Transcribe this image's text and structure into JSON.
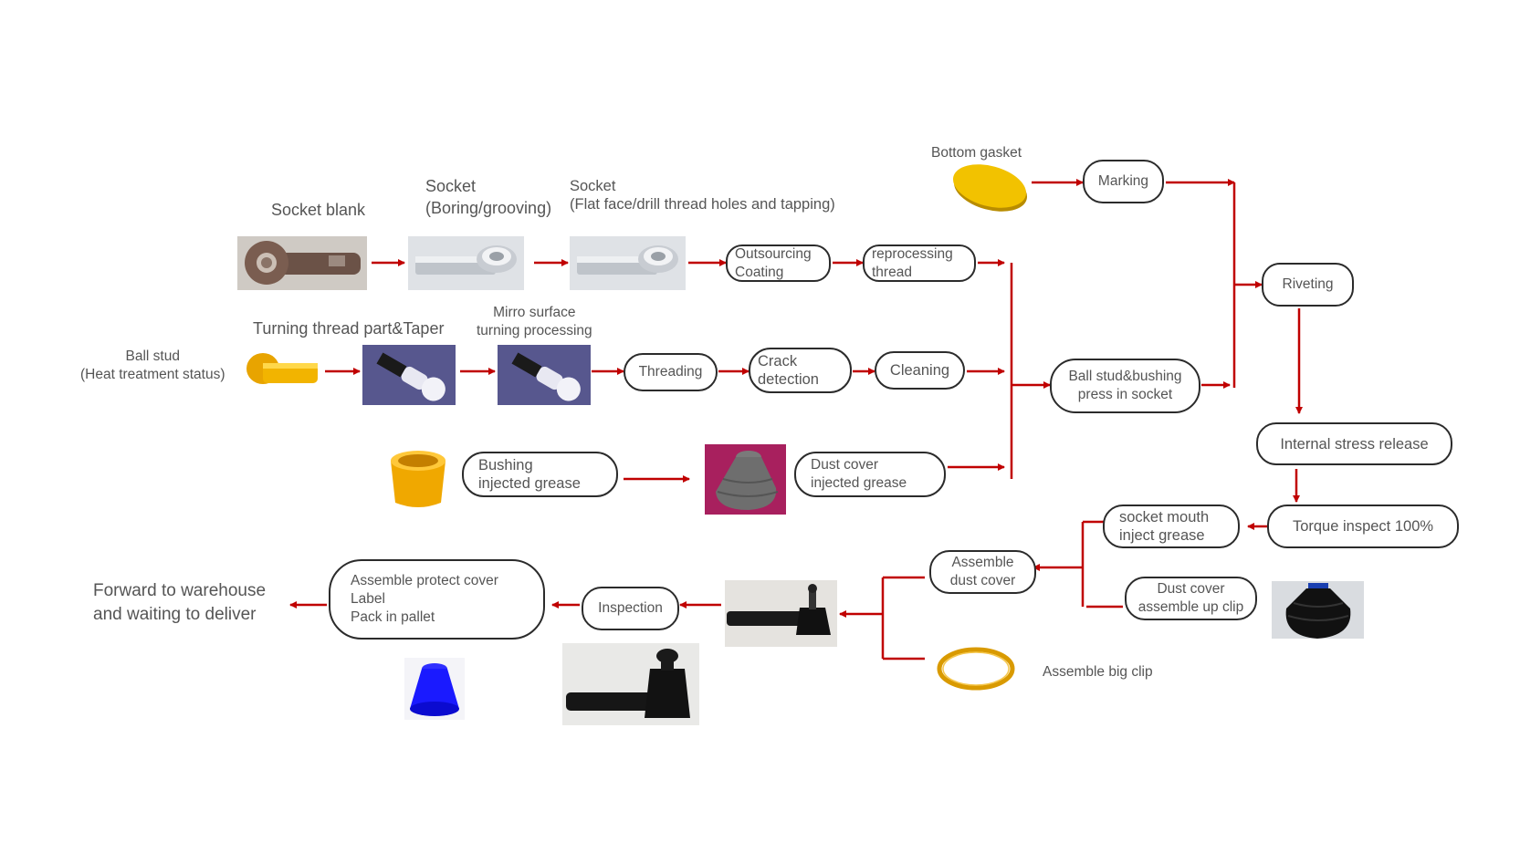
{
  "labels": {
    "socket_blank": "Socket blank",
    "socket_boring": [
      "Socket",
      "(Boring/grooving)"
    ],
    "socket_flat": [
      "Socket",
      "(Flat face/drill thread holes and tapping)"
    ],
    "bottom_gasket": "Bottom gasket",
    "turning_thread": "Turning thread part&Taper",
    "mirror_surface": [
      "Mirro surface",
      "turning processing"
    ],
    "ball_stud": [
      "Ball stud",
      "(Heat treatment status)"
    ],
    "forward_warehouse": [
      "Forward to warehouse",
      "and waiting to deliver"
    ],
    "assemble_big_clip": "Assemble big clip"
  },
  "nodes": {
    "outsourcing_coating": [
      "Outsourcing",
      "Coating"
    ],
    "reprocessing_thread": [
      "reprocessing",
      "thread"
    ],
    "marking": [
      "Marking"
    ],
    "riveting": [
      "Riveting"
    ],
    "threading": [
      "Threading"
    ],
    "crack_detection": [
      "Crack",
      "detection"
    ],
    "cleaning": [
      "Cleaning"
    ],
    "ball_stud_bushing": [
      "Ball stud&bushing",
      "press in socket"
    ],
    "bushing_grease": [
      "Bushing",
      "injected grease"
    ],
    "dust_cover_grease": [
      "Dust cover",
      "injected grease"
    ],
    "internal_stress": [
      "Internal stress release"
    ],
    "torque_inspect": [
      "Torque inspect 100%"
    ],
    "socket_mouth": [
      "socket mouth",
      "inject grease"
    ],
    "dust_cover_clip": [
      "Dust cover",
      "assemble up clip"
    ],
    "assemble_dust_cover": [
      "Assemble",
      "dust cover"
    ],
    "inspection": [
      "Inspection"
    ],
    "protect_cover": [
      "Assemble protect cover",
      "Label",
      "Pack in pallet"
    ]
  },
  "images": [
    "socket-blank-photo",
    "socket-boring-render",
    "socket-flat-face-render",
    "bottom-gasket-render",
    "ball-stud-render",
    "turning-thread-render",
    "mirror-surface-render",
    "bushing-render",
    "dust-cover-render",
    "dust-cover-clip-photo",
    "assembled-tie-rod-photo",
    "big-clip-render",
    "blue-protect-cover-render",
    "finished-tie-rod-photo"
  ],
  "colors": {
    "arrow": "#c00000",
    "node_border": "#2b2b2b",
    "text": "#555555",
    "gasket": "#f2c200",
    "bushing": "#f0a800",
    "protect_cover": "#1a1aff"
  }
}
